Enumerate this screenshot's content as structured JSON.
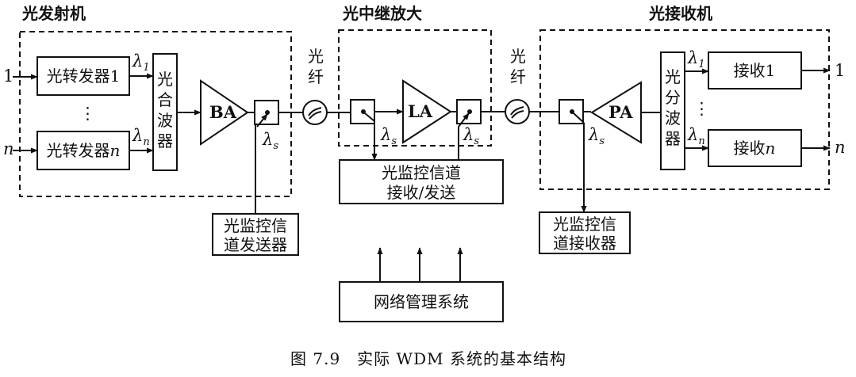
{
  "sections": {
    "transmitter": "光发射机",
    "repeater": "光中继放大",
    "receiver": "光接收机"
  },
  "inputs": {
    "first": "1",
    "last": "n"
  },
  "outputs": {
    "first": "1",
    "last": "n"
  },
  "transponders": {
    "first": "光转发器1",
    "last_text": "光转发器",
    "last_italic": "n"
  },
  "dots": "⋮",
  "mux": [
    "光",
    "合",
    "波",
    "器"
  ],
  "demux": [
    "光",
    "分",
    "波",
    "器"
  ],
  "lambda": {
    "symbol": "λ",
    "sub1": "1",
    "subn": "n",
    "subs": "s"
  },
  "amplifiers": {
    "booster": "BA",
    "line": "LA",
    "pre": "PA"
  },
  "fiber": [
    "光",
    "纤"
  ],
  "receivers": {
    "first": "接收1",
    "last_text": "接收",
    "last_italic": "n"
  },
  "supervisory": {
    "sender": [
      "光监控信",
      "道发送器"
    ],
    "relay": [
      "光监控信道",
      "接收/发送"
    ],
    "receiver": [
      "光监控信",
      "道接收器"
    ]
  },
  "nms": "网络管理系统",
  "caption": "图 7.9　实际 WDM 系统的基本结构"
}
